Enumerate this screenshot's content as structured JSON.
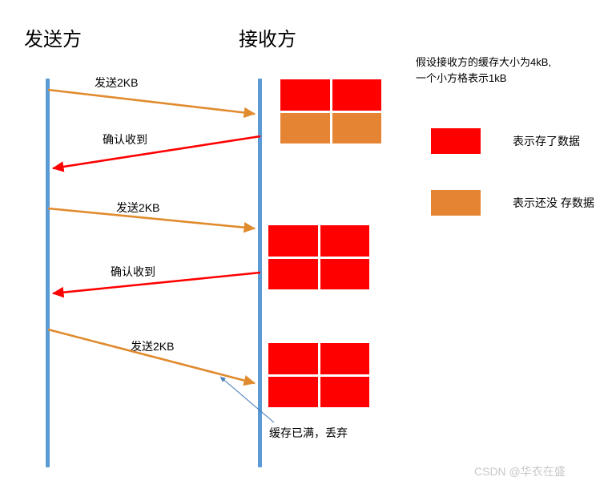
{
  "diagram": {
    "sender_title": "发送方",
    "receiver_title": "接收方"
  },
  "messages": [
    {
      "label": "发送2KB",
      "direction": "sender-to-receiver",
      "color": "#E08B2E"
    },
    {
      "label": "确认收到",
      "direction": "receiver-to-sender",
      "color": "#FF0000"
    },
    {
      "label": "发送2KB",
      "direction": "sender-to-receiver",
      "color": "#E08B2E"
    },
    {
      "label": "确认收到",
      "direction": "receiver-to-sender",
      "color": "#FF0000"
    },
    {
      "label": "发送2KB",
      "direction": "sender-to-receiver",
      "color": "#E08B2E"
    }
  ],
  "buffers": [
    {
      "cells": [
        "filled",
        "filled",
        "empty",
        "empty"
      ]
    },
    {
      "cells": [
        "filled",
        "filled",
        "filled",
        "filled"
      ]
    },
    {
      "cells": [
        "filled",
        "filled",
        "filled",
        "filled"
      ]
    }
  ],
  "notes": {
    "assumption_line1": "假设接收方的缓存大小为4kB,",
    "assumption_line2": "一个小方格表示1kB",
    "drop_annotation": "缓存已满，丢弃"
  },
  "legend": {
    "stored_label": "表示存了数据",
    "unstored_label": "表示还没 存数据",
    "stored_color": "#FF0000",
    "unstored_color": "#E58433"
  },
  "watermark": "CSDN @华衣在盛",
  "colors": {
    "lifeline": "#5B9BD5",
    "send_arrow": "#E08B2E",
    "ack_arrow": "#FF0000",
    "pointer_arrow": "#4A7EBB"
  }
}
